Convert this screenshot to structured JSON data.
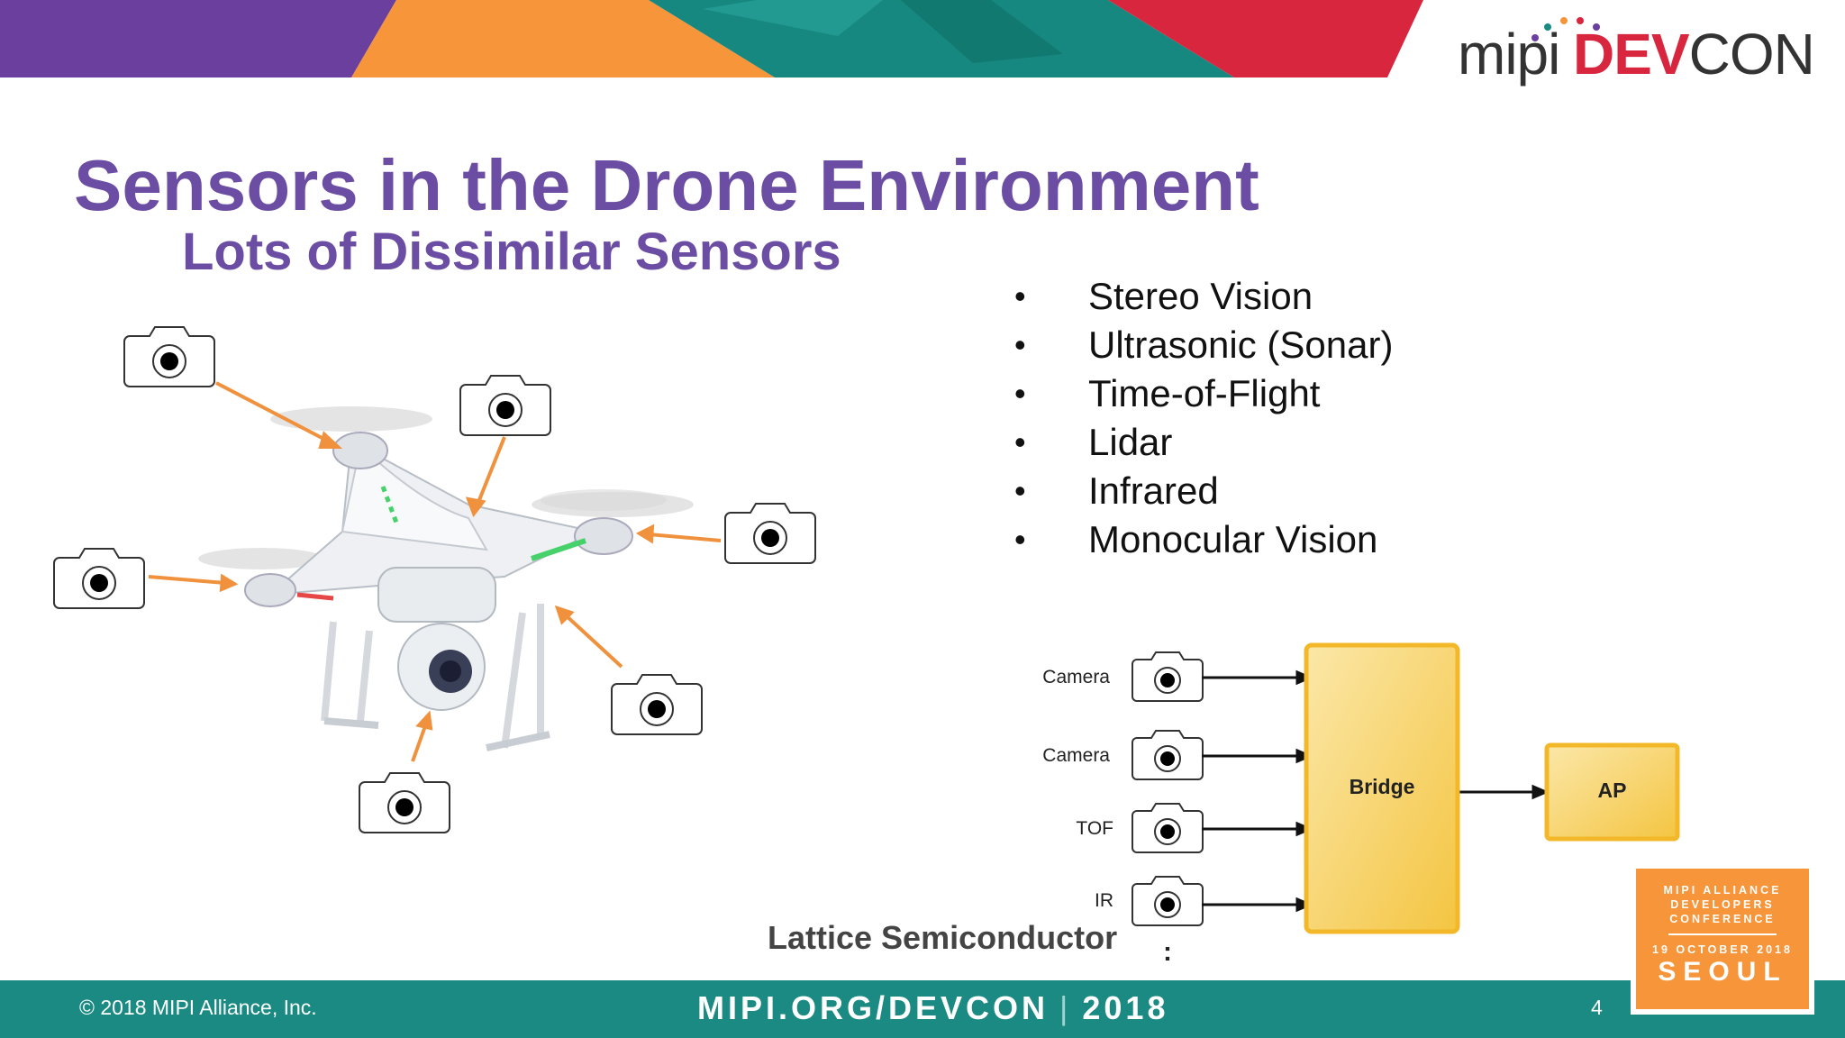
{
  "header": {
    "logo_text_mipi": "mipi",
    "logo_text_dev": "DEV",
    "logo_text_con": "CON",
    "colors": {
      "purple": "#6a3f9e",
      "orange": "#f6953a",
      "teal": "#1a8a83",
      "red": "#d7263d"
    }
  },
  "slide": {
    "title": "Sensors in the Drone Environment",
    "subtitle": "Lots of Dissimilar Sensors",
    "bullet_marker": "•",
    "bullets": [
      "Stereo Vision",
      "Ultrasonic (Sonar)",
      "Time-of-Flight",
      "Lidar",
      "Infrared",
      "Monocular Vision"
    ],
    "source": "Lattice Semiconductor"
  },
  "diagram": {
    "inputs": [
      "Camera",
      "Camera",
      "TOF",
      "IR"
    ],
    "continuation": ":",
    "bridge_label": "Bridge",
    "ap_label": "AP",
    "icon": "camera-icon"
  },
  "drone_scene": {
    "icon": "camera-icon",
    "arrow_color": "#f0913d"
  },
  "footer": {
    "copyright": "© 2018 MIPI Alliance, Inc.",
    "url": "MIPI.ORG/DEVCON",
    "separator": "|",
    "year": "2018",
    "page_number": "4"
  },
  "badge": {
    "line1": "MIPI ALLIANCE",
    "line2": "DEVELOPERS",
    "line3": "CONFERENCE",
    "date": "19 OCTOBER 2018",
    "city": "SEOUL"
  }
}
